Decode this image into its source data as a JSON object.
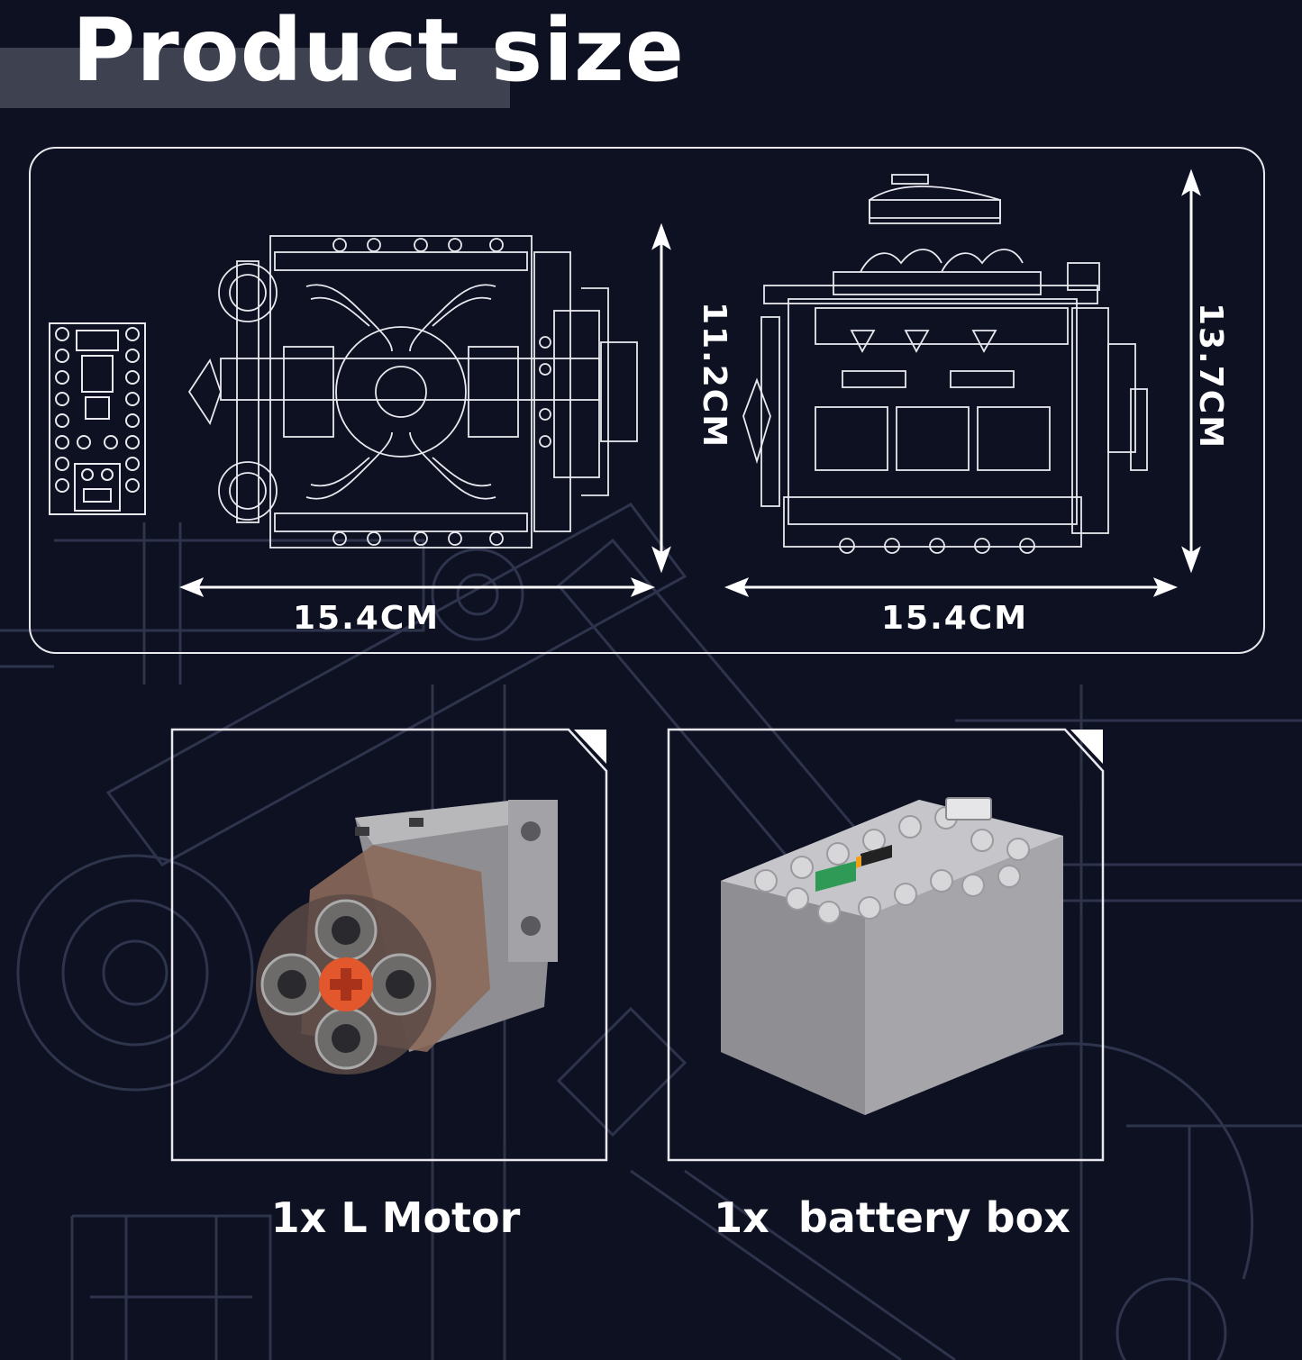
{
  "title": "Product size",
  "dimensions": {
    "top_view_width": "15.4CM",
    "top_view_height": "11.2CM",
    "front_view_width": "15.4CM",
    "front_view_height": "13.7CM"
  },
  "components": [
    {
      "caption": "1x L Motor",
      "icon": "motor-icon"
    },
    {
      "caption": "1x  battery box",
      "icon": "battery-box-icon"
    }
  ],
  "colors": {
    "background": "#0d1122",
    "title_band": "#3d4150",
    "line_art": "#e8e8ee",
    "motor_axle": "#e2572b",
    "battery_switch_green": "#2f9a55",
    "battery_switch_orange": "#f0a019"
  }
}
